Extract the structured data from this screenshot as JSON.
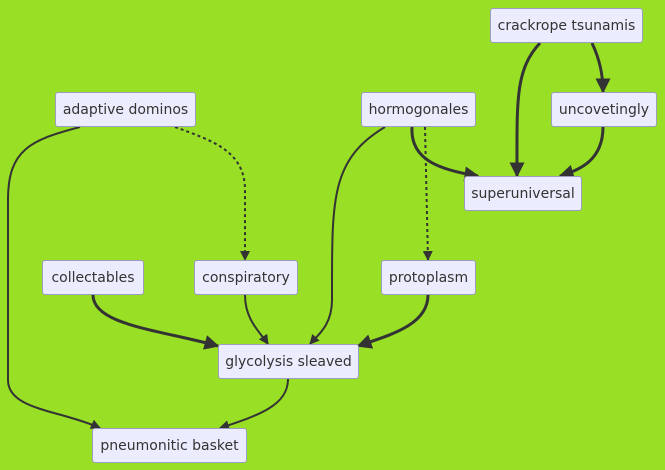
{
  "diagram": {
    "background_color": "#98df26",
    "node_fill": "#ececff",
    "node_border": "#9c9cc4",
    "edge_color": "#333333",
    "nodes": {
      "crackrope": "crackrope tsunamis",
      "uncovetingly": "uncovetingly",
      "adaptive": "adaptive dominos",
      "hormogonales": "hormogonales",
      "superuniversal": "superuniversal",
      "collectables": "collectables",
      "conspiratory": "conspiratory",
      "protoplasm": "protoplasm",
      "glycolysis": "glycolysis sleaved",
      "pneumonitic": "pneumonitic basket"
    },
    "edges": [
      {
        "from": "crackrope",
        "to": "superuniversal",
        "style": "thick"
      },
      {
        "from": "crackrope",
        "to": "uncovetingly",
        "style": "thick"
      },
      {
        "from": "uncovetingly",
        "to": "superuniversal",
        "style": "thick"
      },
      {
        "from": "hormogonales",
        "to": "superuniversal",
        "style": "thick"
      },
      {
        "from": "hormogonales",
        "to": "protoplasm",
        "style": "dotted"
      },
      {
        "from": "hormogonales",
        "to": "glycolysis",
        "style": "normal"
      },
      {
        "from": "adaptive",
        "to": "conspiratory",
        "style": "dotted"
      },
      {
        "from": "adaptive",
        "to": "pneumonitic",
        "style": "normal"
      },
      {
        "from": "collectables",
        "to": "glycolysis",
        "style": "thick"
      },
      {
        "from": "conspiratory",
        "to": "glycolysis",
        "style": "normal"
      },
      {
        "from": "protoplasm",
        "to": "glycolysis",
        "style": "thick"
      },
      {
        "from": "glycolysis",
        "to": "pneumonitic",
        "style": "normal"
      }
    ]
  }
}
